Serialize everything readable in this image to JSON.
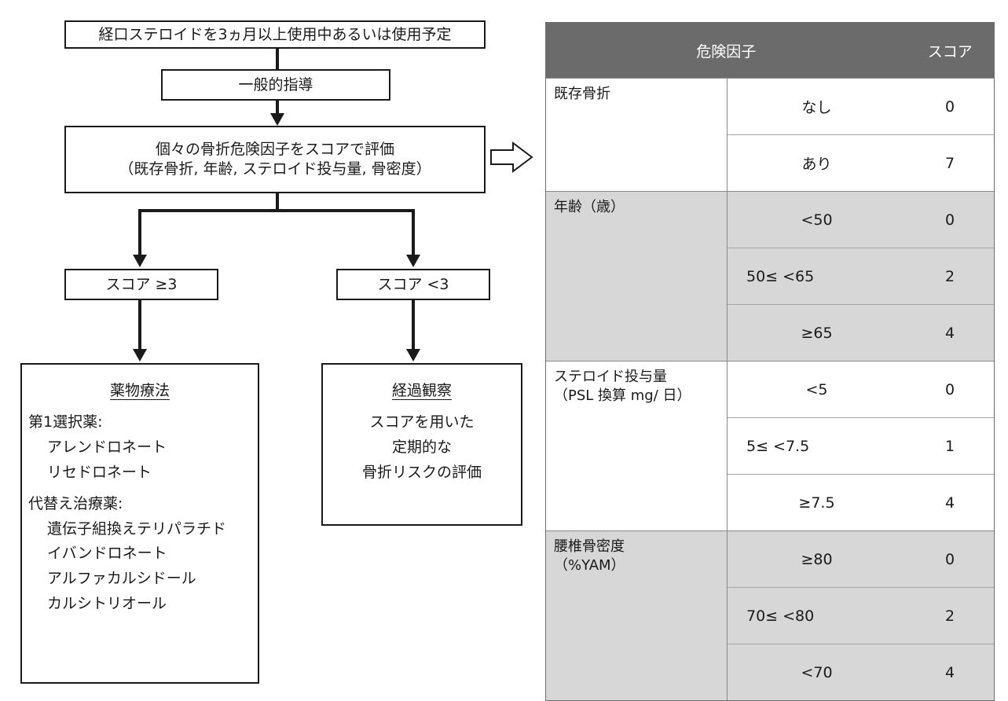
{
  "flow": {
    "top": "経口ステロイドを3ヵ月以上使用中あるいは使用予定",
    "general": "一般的指導",
    "evaluate_line1": "個々の骨折危険因子をスコアで評価",
    "evaluate_line2": "（既存骨折, 年齢, ステロイド投与量, 骨密度）",
    "branch_high": "スコア ≥3",
    "branch_low": "スコア <3",
    "drug": {
      "title": "薬物療法",
      "first_label": "第1選択薬:",
      "first_items": [
        "アレンドロネート",
        "リセドロネート"
      ],
      "alt_label": "代替え治療薬:",
      "alt_items": [
        "遺伝子組換えテリパラチド",
        "イバンドロネート",
        "アルファカルシドール",
        "カルシトリオール"
      ]
    },
    "observe": {
      "title": "経過観察",
      "lines": [
        "スコアを用いた",
        "定期的な",
        "骨折リスクの評価"
      ]
    }
  },
  "table": {
    "header_factor": "危険因子",
    "header_score": "スコア",
    "groups": [
      {
        "factor": "既存骨折",
        "rows": [
          {
            "cond": "なし",
            "score": "0"
          },
          {
            "cond": "あり",
            "score": "7"
          }
        ]
      },
      {
        "factor": "年齢（歳）",
        "rows": [
          {
            "cond": "<50",
            "score": "0"
          },
          {
            "cond": "50≤ <65",
            "score": "2"
          },
          {
            "cond": "≥65",
            "score": "4"
          }
        ]
      },
      {
        "factor": "ステロイド投与量\n（PSL 換算 mg/ 日）",
        "rows": [
          {
            "cond": "<5",
            "score": "0"
          },
          {
            "cond": "5≤ <7.5",
            "score": "1"
          },
          {
            "cond": "≥7.5",
            "score": "4"
          }
        ]
      },
      {
        "factor": "腰椎骨密度\n（%YAM）",
        "rows": [
          {
            "cond": "≥80",
            "score": "0"
          },
          {
            "cond": "70≤ <80",
            "score": "2"
          },
          {
            "cond": "<70",
            "score": "4"
          }
        ]
      }
    ]
  }
}
